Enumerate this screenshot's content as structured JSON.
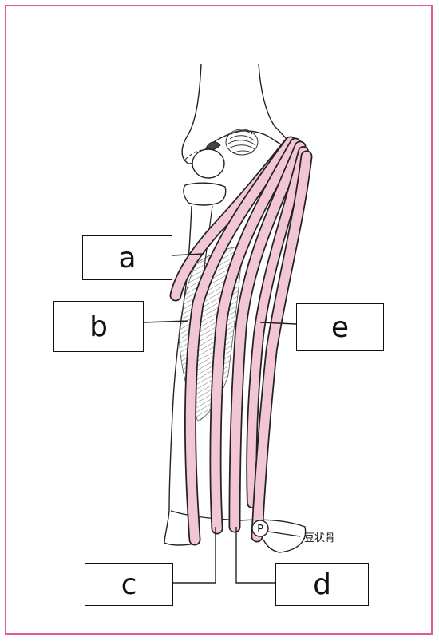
{
  "labels": {
    "a": "a",
    "b": "b",
    "c": "c",
    "d": "d",
    "e": "e"
  },
  "pisiform": {
    "marker": "P",
    "label": "豆状骨"
  },
  "colors": {
    "frame": "#e0589c",
    "muscle_fill": "#f2c6d2",
    "outline": "#222222"
  }
}
